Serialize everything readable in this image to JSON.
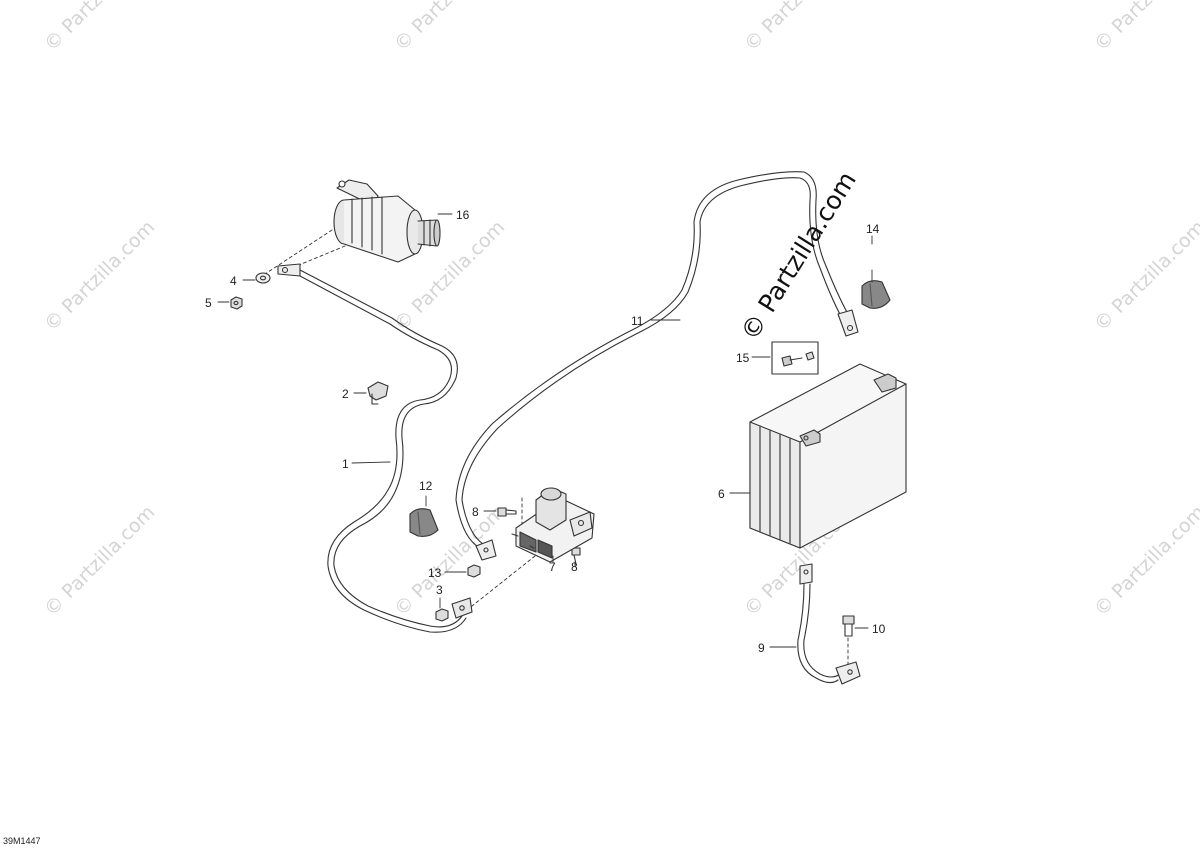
{
  "watermark": {
    "text": "© Partzilla.com",
    "brand": "© Partzilla.com"
  },
  "diagram_code": "39M1447",
  "callouts": [
    {
      "id": "c16",
      "number": "16"
    },
    {
      "id": "c4",
      "number": "4"
    },
    {
      "id": "c5",
      "number": "5"
    },
    {
      "id": "c2",
      "number": "2"
    },
    {
      "id": "c1",
      "number": "1"
    },
    {
      "id": "c12",
      "number": "12"
    },
    {
      "id": "c8a",
      "number": "8"
    },
    {
      "id": "c13",
      "number": "13"
    },
    {
      "id": "c3",
      "number": "3"
    },
    {
      "id": "c7",
      "number": "7"
    },
    {
      "id": "c8b",
      "number": "8"
    },
    {
      "id": "c11",
      "number": "11"
    },
    {
      "id": "c14",
      "number": "14"
    },
    {
      "id": "c15",
      "number": "15"
    },
    {
      "id": "c6",
      "number": "6"
    },
    {
      "id": "c9",
      "number": "9"
    },
    {
      "id": "c10",
      "number": "10"
    }
  ],
  "colors": {
    "line": "#333333",
    "fill": "#eeeeee",
    "dark": "#555555",
    "watermark": "#d4d4d4"
  }
}
